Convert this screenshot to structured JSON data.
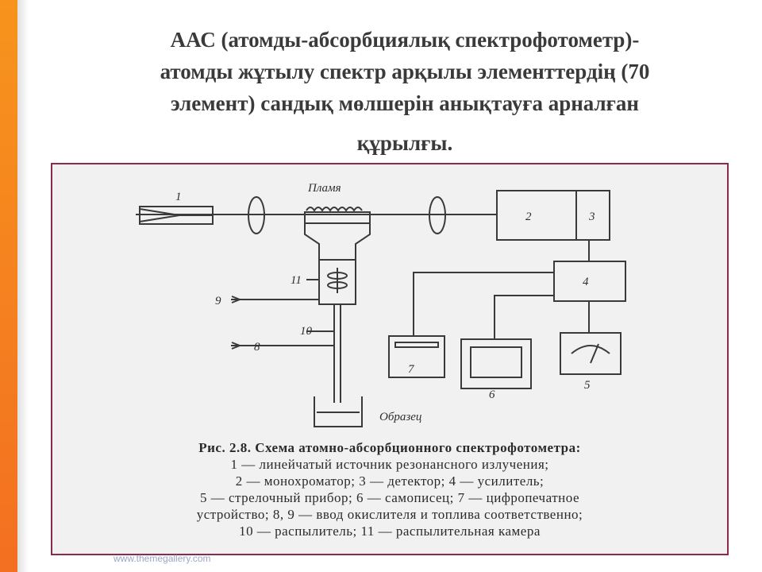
{
  "slide": {
    "title_lines": [
      "ААС (атомды-абсорбциялық спектрофотометр)-",
      "атомды жұтылу спектр арқылы элементтердің (70",
      "элемент) сандық мөлшерін анықтауға арналған",
      "құрылғы."
    ],
    "accent_color": "#f7941d",
    "frame_color": "#8b2a4e",
    "footer_url": "www.themegallery.com"
  },
  "figure": {
    "labels": {
      "flame": "Пламя",
      "sample": "Образец",
      "n1": "1",
      "n2": "2",
      "n3": "3",
      "n4": "4",
      "n5": "5",
      "n6": "6",
      "n7": "7",
      "n8": "8",
      "n9": "9",
      "n10": "10",
      "n11": "11"
    },
    "caption": [
      "Рис. 2.8. Схема атомно-абсорбционного спектрофотометра:",
      "1 — линейчатый источник резонансного излучения;",
      "2 — монохроматор; 3 — детектор; 4 — усилитель;",
      "5 — стрелочный прибор; 6 — самописец; 7 — цифропечатное",
      "устройство; 8, 9 — ввод окислителя и топлива соответственно;",
      "10 — распылитель; 11 — распылительная камера"
    ]
  }
}
